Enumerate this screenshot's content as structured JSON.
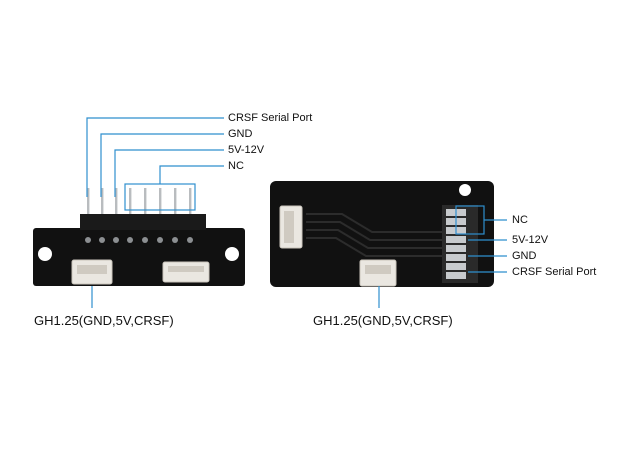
{
  "colors": {
    "pcb": "#111111",
    "pin": "#b9bcbf",
    "leader": "#2f8fce",
    "connector": "#eae7e1"
  },
  "left_board": {
    "labels": {
      "crsf": "CRSF Serial Port",
      "gnd": "GND",
      "vin": "5V-12V",
      "nc": "NC"
    },
    "caption": "GH1.25(GND,5V,CRSF)"
  },
  "right_board": {
    "labels": {
      "nc": "NC",
      "vin": "5V-12V",
      "gnd": "GND",
      "crsf": "CRSF Serial Port"
    },
    "caption": "GH1.25(GND,5V,CRSF)"
  }
}
